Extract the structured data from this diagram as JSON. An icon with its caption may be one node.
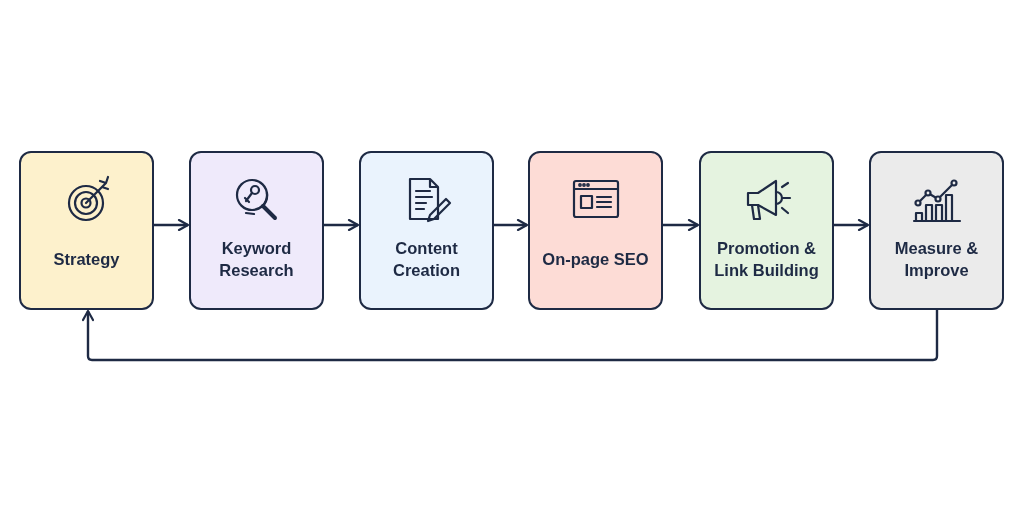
{
  "diagram": {
    "nodes": [
      {
        "text": [
          "Strategy"
        ]
      },
      {
        "text": [
          "Keyword Research"
        ]
      },
      {
        "text": [
          "Content Creation"
        ]
      },
      {
        "text": [
          "On-page SEO"
        ]
      },
      {
        "text": [
          "Promotion & Link Building"
        ]
      },
      {
        "text": [
          "Measure & Improve"
        ]
      }
    ],
    "edges": [
      {
        "from": 0,
        "to": 1,
        "arrow": "to"
      },
      {
        "from": 1,
        "to": 2,
        "arrow": "to"
      },
      {
        "from": 2,
        "to": 3,
        "arrow": "to"
      },
      {
        "from": 3,
        "to": 4,
        "arrow": "to"
      },
      {
        "from": 4,
        "to": 5,
        "arrow": "to"
      },
      {
        "from": 5,
        "to": 0,
        "arrow": "to"
      }
    ]
  }
}
